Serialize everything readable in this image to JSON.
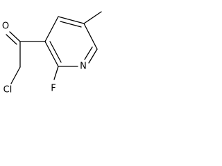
{
  "molecule": {
    "atoms": {
      "oxygen": "O",
      "chlorine": "Cl",
      "fluorine": "F",
      "nitrogen": "N"
    },
    "bond_color": "#000000",
    "background": "#ffffff"
  }
}
